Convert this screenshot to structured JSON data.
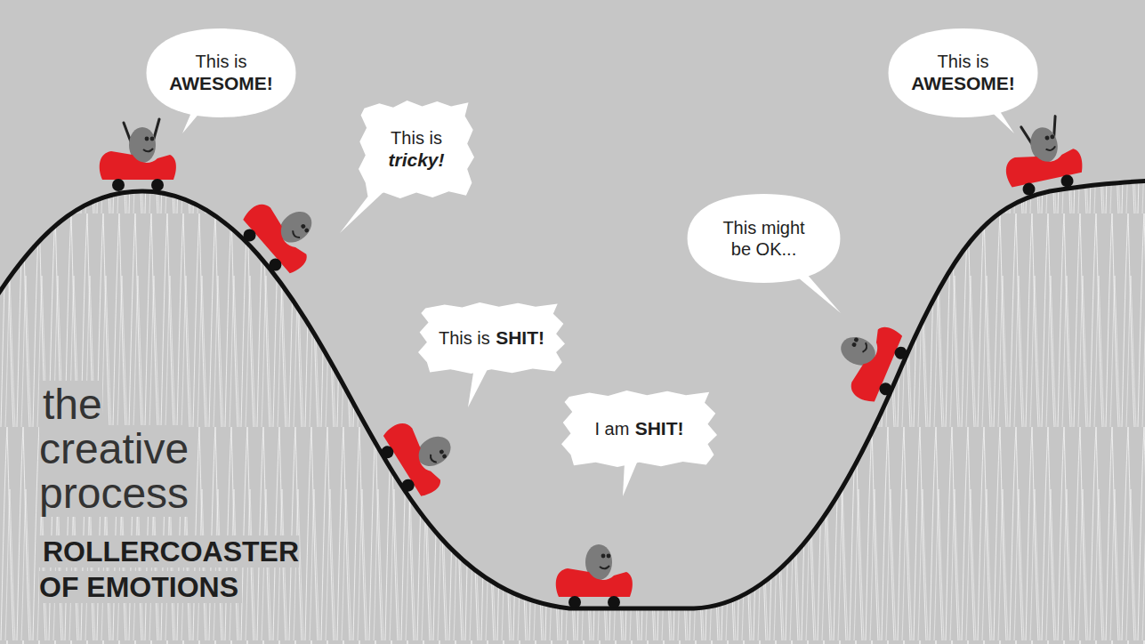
{
  "diagram": {
    "title": "the creative process",
    "nodes": [
      {
        "text": [
          "This is",
          "AWESOME!"
        ]
      },
      {
        "text": [
          "This is",
          "tricky!"
        ]
      },
      {
        "text": [
          "This is",
          "SHIT!"
        ]
      },
      {
        "text": [
          "I am",
          "SHIT!"
        ]
      },
      {
        "text": [
          "This might be OK..."
        ]
      },
      {
        "text": [
          "This is",
          "AWESOME!"
        ]
      }
    ],
    "labels": [
      "ROLLERCOASTER OF EMOTIONS"
    ]
  }
}
